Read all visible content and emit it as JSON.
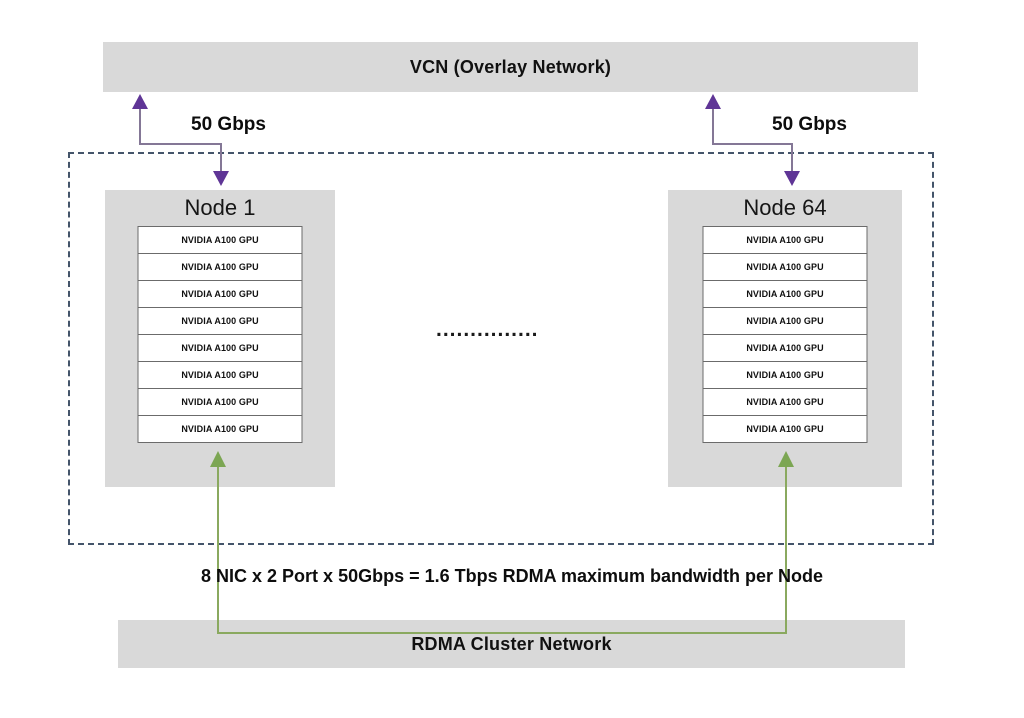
{
  "colors": {
    "bar-bg": "#d9d9d9",
    "node-bg": "#d9d9d9",
    "purple": "#5f3596",
    "purple-stem": "#847796",
    "green": "#7ca653",
    "green-stem": "#8aa95f",
    "dashed-border": "#44546a",
    "row-border": "#6b6b6b",
    "text": "#111111"
  },
  "vcn": {
    "label": "VCN (Overlay Network)"
  },
  "rdma": {
    "label": "RDMA Cluster Network"
  },
  "links": {
    "left_label": "50 Gbps",
    "right_label": "50 Gbps"
  },
  "note": "8 NIC x 2 Port x 50Gbps = 1.6 Tbps RDMA maximum bandwidth per Node",
  "ellipsis": "...............",
  "nodes": [
    {
      "title": "Node 1",
      "gpus": [
        "NVIDIA A100 GPU",
        "NVIDIA A100 GPU",
        "NVIDIA A100 GPU",
        "NVIDIA A100 GPU",
        "NVIDIA A100 GPU",
        "NVIDIA A100 GPU",
        "NVIDIA A100 GPU",
        "NVIDIA A100 GPU"
      ]
    },
    {
      "title": "Node 64",
      "gpus": [
        "NVIDIA A100 GPU",
        "NVIDIA A100 GPU",
        "NVIDIA A100 GPU",
        "NVIDIA A100 GPU",
        "NVIDIA A100 GPU",
        "NVIDIA A100 GPU",
        "NVIDIA A100 GPU",
        "NVIDIA A100 GPU"
      ]
    }
  ]
}
